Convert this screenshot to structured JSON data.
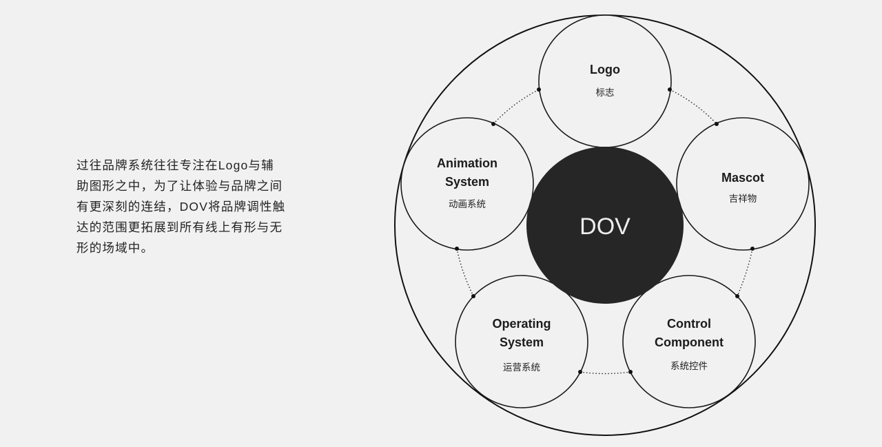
{
  "intro": {
    "lines": [
      "过往品牌系统往往专注在Logo与辅",
      "助图形之中，为了让体验与品牌之间",
      "有更深刻的连结，DOV将品牌调性触",
      "达的范围更拓展到所有线上有形与无",
      "形的场域中。"
    ]
  },
  "diagram": {
    "core": {
      "label": "DOV",
      "fill": "#262626"
    },
    "nodes": [
      {
        "en": [
          "Logo"
        ],
        "zh": "标志"
      },
      {
        "en": [
          "Mascot"
        ],
        "zh": "吉祥物"
      },
      {
        "en": [
          "Control",
          "Component"
        ],
        "zh": "系统控件"
      },
      {
        "en": [
          "Operating",
          "System"
        ],
        "zh": "运营系统"
      },
      {
        "en": [
          "Animation",
          "System"
        ],
        "zh": "动画系统"
      }
    ]
  }
}
